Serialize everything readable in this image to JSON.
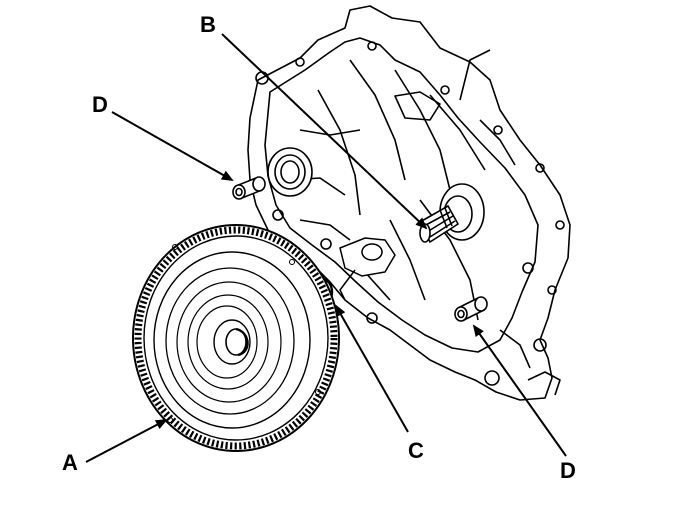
{
  "labels": {
    "a": "A",
    "b": "B",
    "c": "C",
    "d_upper": "D",
    "d_lower": "D"
  },
  "colors": {
    "ink": "#000000",
    "paper": "#ffffff"
  }
}
